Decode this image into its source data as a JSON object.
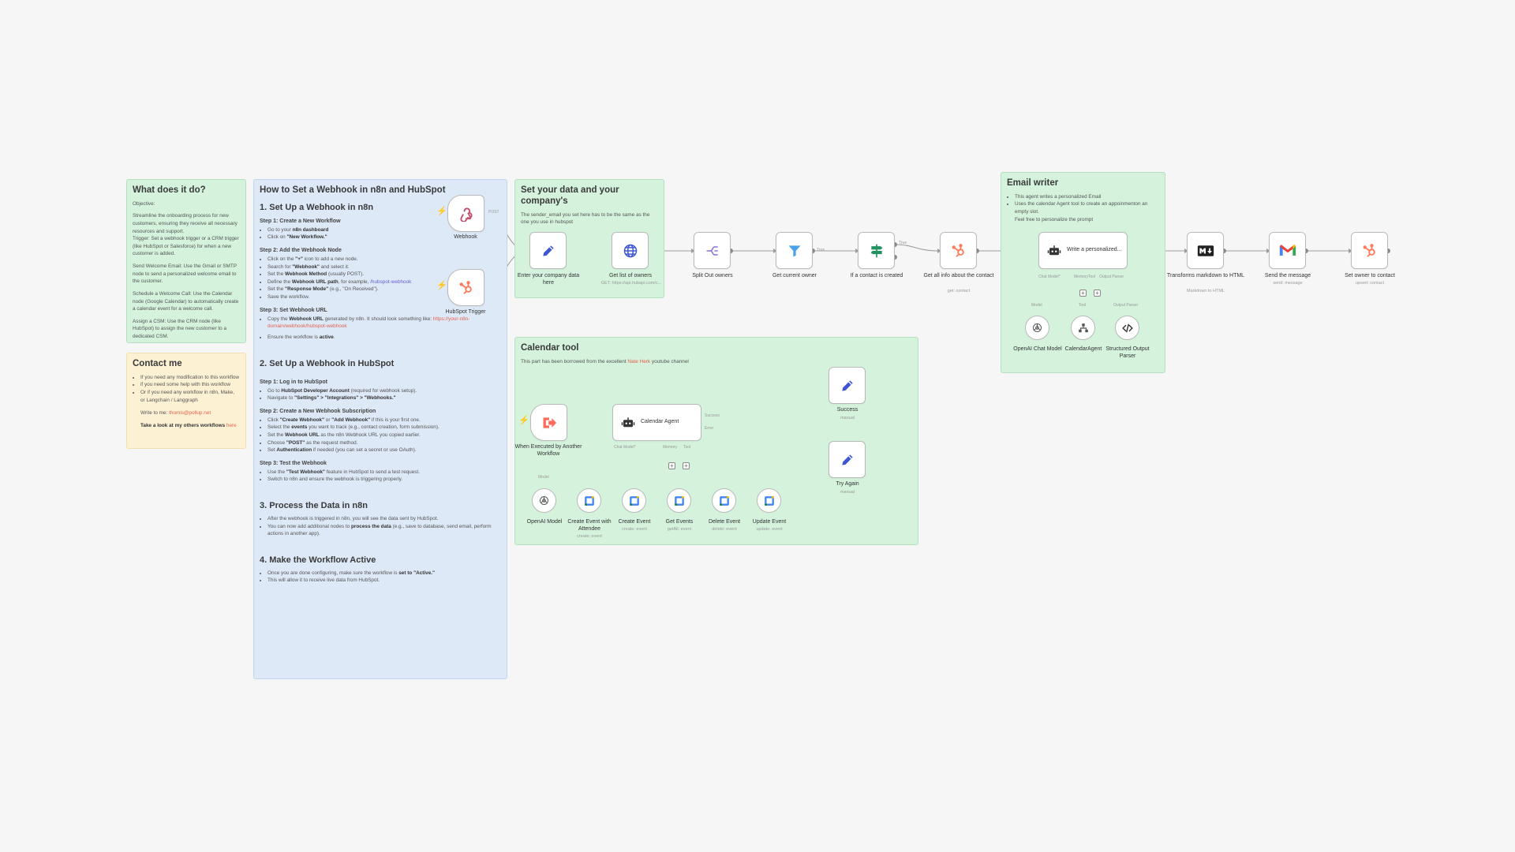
{
  "colors": {
    "accent": "#ff6d5a",
    "sticky_green": "#d4f2dc",
    "sticky_blue": "#dde9f6",
    "sticky_yellow": "#fdf1d4",
    "hubspot": "#ff7a59",
    "tool_blue": "#4a6cf7"
  },
  "what": {
    "title": "What does it do?",
    "p1": "Objective:",
    "p2": "Streamline the onboarding process for new customers, ensuring they receive all necessary resources and support.",
    "p3": "Trigger: Set a webhook trigger or a CRM trigger (like HubSpot or Salesforce) for when a new customer is added.",
    "p4": "Send Welcome Email: Use the Gmail or SMTP node to send a personalized welcome email to the customer.",
    "p5": "Schedule a Welcome Call: Use the Calendar node (Google Calendar) to automatically create a calendar event for a welcome call.",
    "p6": "Assign a CSM: Use the CRM node (like HubSpot) to assign the new customer to a dedicated CSM."
  },
  "contact": {
    "title": "Contact me",
    "b1": "If you need any modification to this workflow",
    "b2": "if you need some help with this workflow",
    "b3": "Or if you need any workflow in n8n, Make, or Langchain / Langgraph",
    "write": "Write to me:",
    "email": "thomis@pollup.net",
    "more": "Take a look at my others workflows",
    "here": "here"
  },
  "howto": {
    "title": "How to Set a Webhook in n8n and HubSpot",
    "h1": "1. Set Up a Webhook in n8n",
    "s1": "Step 1: Create a New Workflow",
    "s1b1a": "Go to your",
    "s1b1b": "n8n dashboard",
    "s1b2a": "Click on",
    "s1b2b": "\"New Workflow.\"",
    "s2": "Step 2: Add the Webhook Node",
    "s2b1a": "Click on the",
    "s2b1b": "\"+\"",
    "s2b1c": "icon to add a new node.",
    "s2b2a": "Search for",
    "s2b2b": "\"Webhook\"",
    "s2b2c": "and select it.",
    "s2b3a": "Set the",
    "s2b3b": "Webhook Method",
    "s2b3c": "(usually POST).",
    "s2b4a": "Define the",
    "s2b4b": "Webhook URL path",
    "s2b4c": ", for example,",
    "s2b4d": "/hubspot-webhook",
    "s2b5a": "Set the",
    "s2b5b": "\"Response Mode\"",
    "s2b5c": "(e.g., \"On Received\").",
    "s2b6": "Save the workflow.",
    "s3": "Step 3: Set Webhook URL",
    "s3b1a": "Copy the",
    "s3b1b": "Webhook URL",
    "s3b1c": "generated by n8n. It should look something like:",
    "s3b1d": "https://your-n8n-domain/webhook/hubspot-webhook",
    "s3b2a": "Ensure the workflow is",
    "s3b2b": "active",
    "h2": "2. Set Up a Webhook in HubSpot",
    "t1": "Step 1: Log in to HubSpot",
    "t1b1a": "Go to",
    "t1b1b": "HubSpot Developer Account",
    "t1b1c": "(required for webhook setup).",
    "t1b2a": "Navigate to",
    "t1b2b": "\"Settings\" > \"Integrations\" > \"Webhooks.\"",
    "t2": "Step 2: Create a New Webhook Subscription",
    "t2b1a": "Click",
    "t2b1b": "\"Create Webhook\"",
    "t2b1c": "or",
    "t2b1d": "\"Add Webhook\"",
    "t2b1e": "if this is your first one.",
    "t2b2a": "Select the",
    "t2b2b": "events",
    "t2b2c": "you want to track (e.g., contact creation, form submission).",
    "t2b3a": "Set the",
    "t2b3b": "Webhook URL",
    "t2b3c": "as the n8n Webhook URL you copied earlier.",
    "t2b4a": "Choose",
    "t2b4b": "\"POST\"",
    "t2b4c": "as the request method.",
    "t2b5a": "Set",
    "t2b5b": "Authentication",
    "t2b5c": "if needed (you can set a secret or use OAuth).",
    "t3": "Step 3: Test the Webhook",
    "t3b1a": "Use the",
    "t3b1b": "\"Test Webhook\"",
    "t3b1c": "feature in HubSpot to send a test request.",
    "t3b2": "Switch to n8n and ensure the webhook is triggering properly.",
    "h3": "3. Process the Data in n8n",
    "u1": "After the webhook is triggered in n8n, you will see the data sent by HubSpot.",
    "u2a": "You can now add additional nodes to",
    "u2b": "process the data",
    "u2c": "(e.g., save to database, send email, perform actions in another app).",
    "h4": "4. Make the Workflow Active",
    "v1a": "Once you are done configuring, make sure the workflow is",
    "v1b": "set to \"Active.\"",
    "v2": "This will allow it to receive live data from HubSpot."
  },
  "setdata": {
    "title": "Set your data and your company's",
    "note": "The sender_email you set here has to be the same as the one you use in hubspot"
  },
  "emailwriter": {
    "title": "Email writer",
    "b1": "This agent writes a personalized Email",
    "b2": "Uses the calendar Agent tool to create an appoinmenton an empty slot.",
    "b3": "Feel free to personalize the prompt"
  },
  "calendar": {
    "title": "Calendar tool",
    "note_a": "This part has been borrowed from the excellent",
    "note_link": "Nate Herk",
    "note_b": "youtube channel"
  },
  "nodes": {
    "webhook": {
      "label": "Webhook",
      "port": "POST"
    },
    "hubspot_trigger": {
      "label": "HubSpot Trigger"
    },
    "enter_data": {
      "label": "Enter your company data here"
    },
    "owners": {
      "label": "Get list of owners",
      "sub": "GET: https://api.hubapi.com/c..."
    },
    "split": {
      "label": "Split Out owners"
    },
    "current_owner": {
      "label": "Get current owner",
      "port": "True"
    },
    "if_contact": {
      "label": "If a contact is created",
      "port": "True"
    },
    "get_contact": {
      "label": "Get all info about the contact",
      "sub": "get: contact"
    },
    "writer": {
      "label": "Write a personalized..."
    },
    "writer_ports": {
      "chat": "Chat Model*",
      "memory": "Memory",
      "tool": "Tool",
      "parser": "Output Parser"
    },
    "openai1": {
      "label": "OpenAI Chat Model",
      "port": "Model"
    },
    "calagent_tool": {
      "label": "CalendarAgent",
      "port": "Tool"
    },
    "structured": {
      "label": "Structured Output Parser",
      "port": "Output Parser"
    },
    "markdown": {
      "label": "Transforms markdown to HTML",
      "sub": "Markdown to HTML"
    },
    "send": {
      "label": "Send the message",
      "sub": "send: message"
    },
    "set_owner": {
      "label": "Set owner to contact",
      "sub": "upsert: contact"
    },
    "exec": {
      "label": "When Executed by Another Workflow"
    },
    "cal_agent": {
      "label": "Calendar Agent",
      "success": "Success",
      "fail": "Error"
    },
    "cal_ports": {
      "chat": "Chat Model*",
      "memory": "Memory",
      "tool": "Tool"
    },
    "success": {
      "label": "Success",
      "sub": "manual"
    },
    "try_again": {
      "label": "Try Again",
      "sub": "manual"
    },
    "openai2": {
      "label": "OpenAI Model",
      "port": "Model"
    },
    "create_att": {
      "label": "Create Event with Attendee",
      "sub": "create: event"
    },
    "create_ev": {
      "label": "Create Event",
      "sub": "create: event"
    },
    "get_ev": {
      "label": "Get Events",
      "sub": "getAll: event"
    },
    "delete_ev": {
      "label": "Delete Event",
      "sub": "delete: event"
    },
    "update_ev": {
      "label": "Update Event",
      "sub": "update: event"
    }
  }
}
